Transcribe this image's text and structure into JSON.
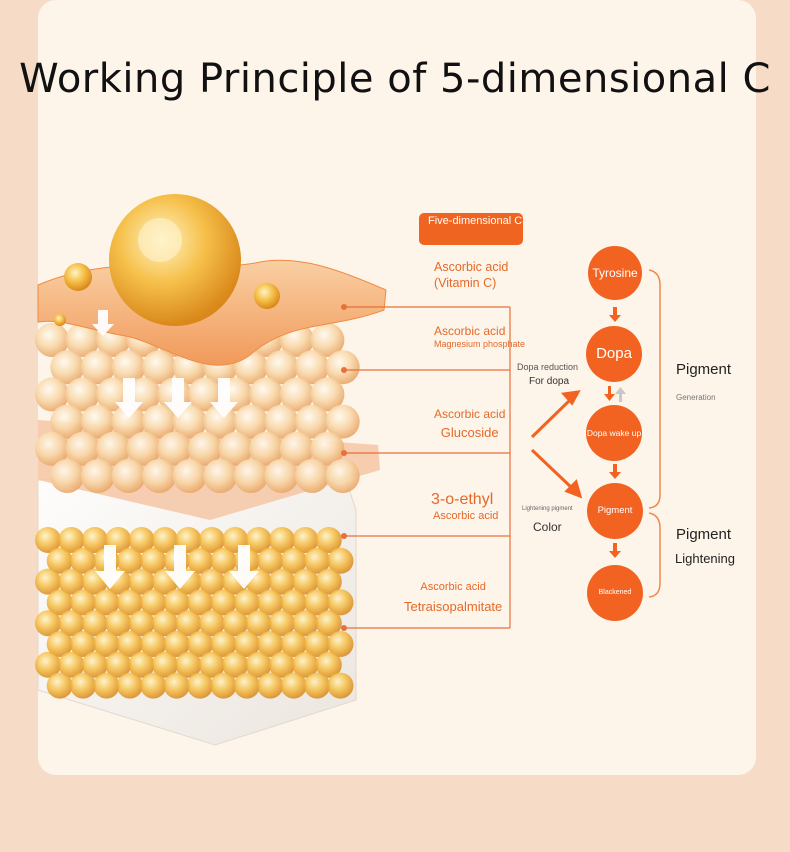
{
  "title": "Working Principle of 5-dimensional C",
  "badge": "Five-dimensional C",
  "layers": [
    {
      "line1": "Ascorbic acid",
      "line2": "(Vitamin C)"
    },
    {
      "line1": "Ascorbic acid",
      "line2": "Magnesium phosphate"
    },
    {
      "line1": "Ascorbic acid",
      "line2": "Glucoside"
    },
    {
      "line1": "3-o-ethyl",
      "line2": "Ascorbic acid"
    },
    {
      "line1": "Ascorbic acid",
      "line2": "Tetraisopalmitate"
    }
  ],
  "mid": {
    "dopa_reduction": "Dopa reduction",
    "for_dopa": "For dopa",
    "lightening_pigment": "Lightening pigment",
    "color": "Color"
  },
  "nodes": {
    "tyrosine": "Tyrosine",
    "dopa": "Dopa",
    "dopa_wake": "Dopa wake up",
    "pigment": "Pigment",
    "blackened": "Blackened"
  },
  "right": {
    "gen_title": "Pigment",
    "gen_sub": "Generation",
    "light_title": "Pigment",
    "light_sub": "Lightening"
  },
  "colors": {
    "accent": "#f26322",
    "line": "#e8703a",
    "card": "#fdf4ea",
    "bg": "#f6dcc6"
  }
}
